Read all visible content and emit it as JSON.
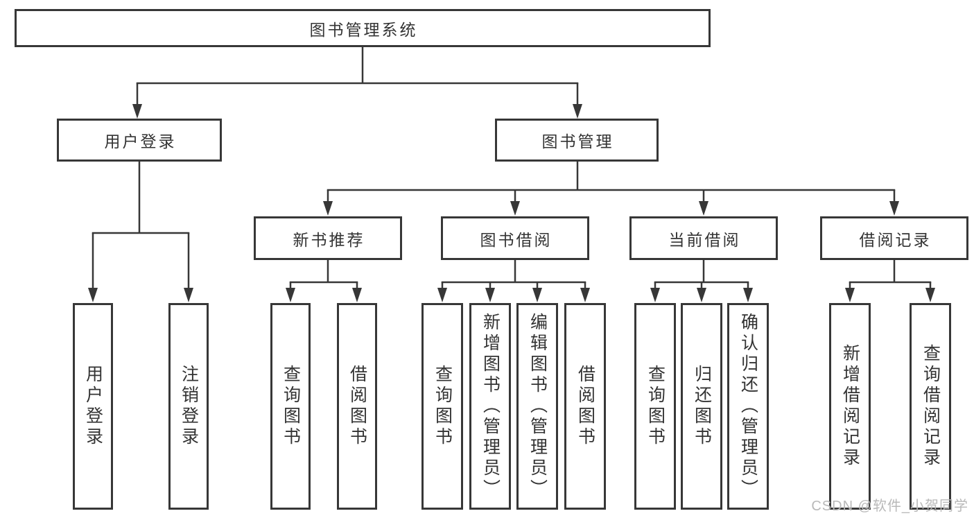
{
  "diagram": {
    "title_node": "图书管理系统",
    "level2": {
      "login": "用户登录",
      "mgmt": "图书管理"
    },
    "level3": {
      "newbook": "新书推荐",
      "borrow": "图书借阅",
      "current": "当前借阅",
      "records": "借阅记录"
    },
    "leaves": {
      "login_user": "用户登录",
      "login_logout": "注销登录",
      "newbook_query": "查询图书",
      "newbook_borrow": "借阅图书",
      "borrow_query": "查询图书",
      "borrow_add": "新增图书（管理员）",
      "borrow_edit": "编辑图书（管理员）",
      "borrow_borrow": "借阅图书",
      "current_query": "查询图书",
      "current_return": "归还图书",
      "current_confirm": "确认归还（管理员）",
      "records_add": "新增借阅记录",
      "records_query": "查询借阅记录"
    },
    "colors": {
      "line": "#373737",
      "text": "#333333",
      "watermark": "#b9b9b9",
      "background": "#ffffff"
    },
    "watermark": "CSDN @软件_小贺同学"
  }
}
